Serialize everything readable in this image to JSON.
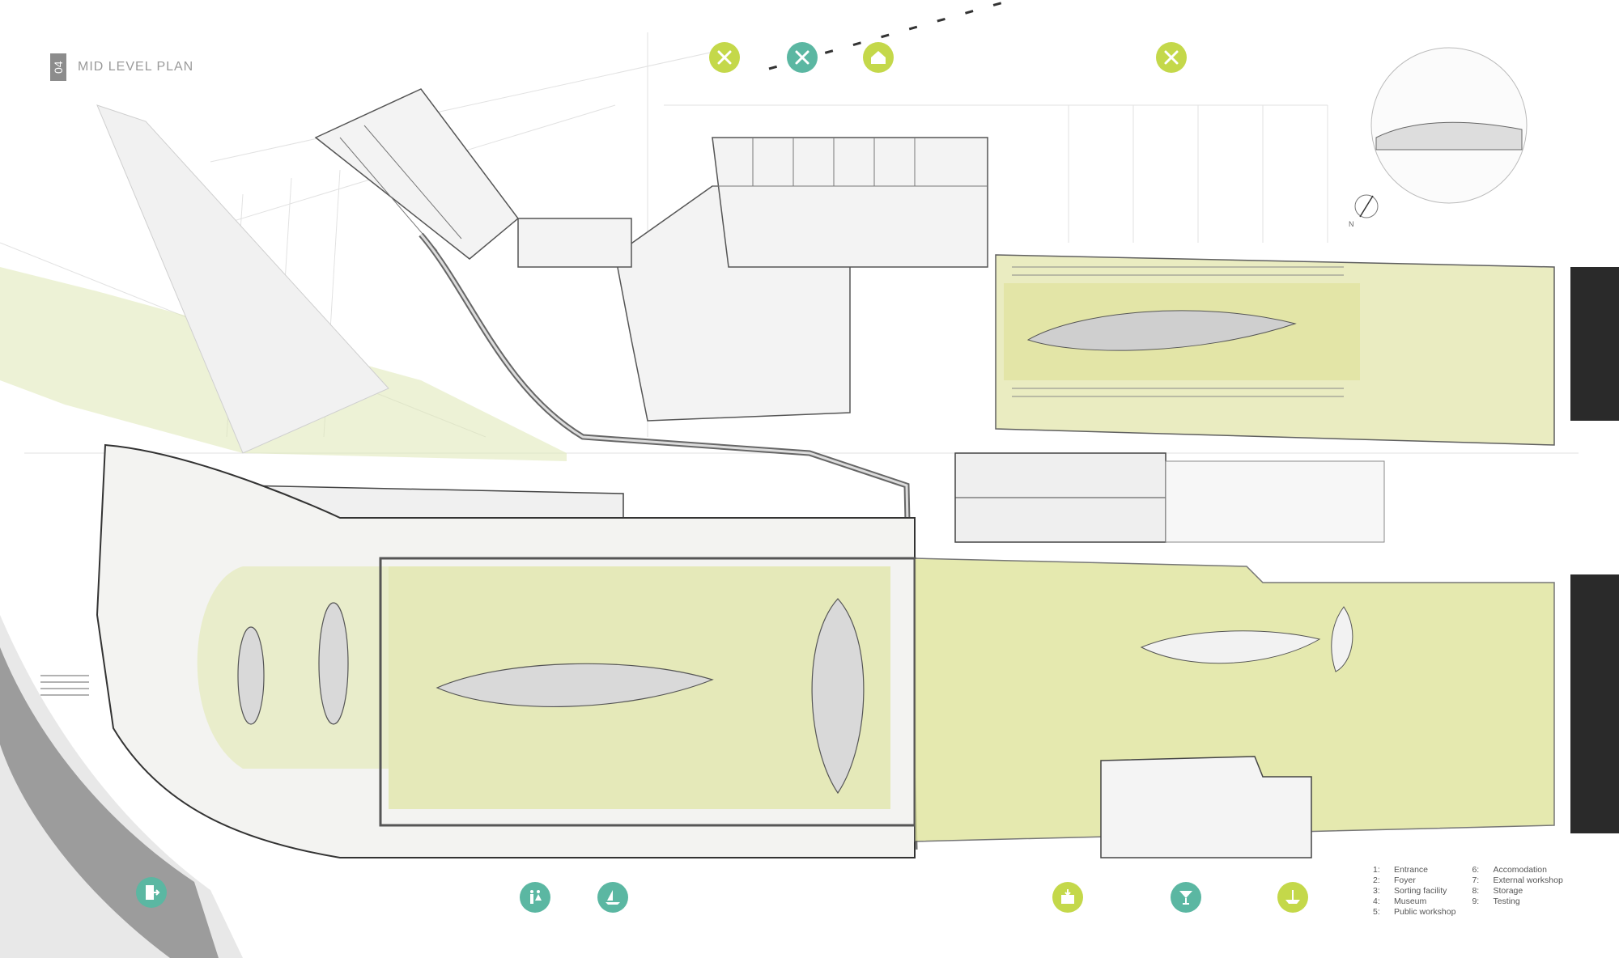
{
  "header": {
    "sheet_number": "04",
    "title": "MID LEVEL PLAN"
  },
  "north_label": "N",
  "colors": {
    "teal": "#5bb7a2",
    "lime": "#c4d84a",
    "yellow_green": "#d8df9a",
    "dark_band": "#2a2a2a",
    "river_gray": "#9c9c9c"
  },
  "top_icons": [
    {
      "name": "tools-icon",
      "color": "lime"
    },
    {
      "name": "wrench-hammer-icon",
      "color": "teal"
    },
    {
      "name": "house-icon",
      "color": "lime"
    },
    {
      "name": "tools-icon",
      "color": "lime"
    }
  ],
  "bottom_icons": [
    {
      "name": "exit-door-icon",
      "color": "teal"
    },
    {
      "name": "restroom-icon",
      "color": "teal"
    },
    {
      "name": "sailboat-icon",
      "color": "teal"
    },
    {
      "name": "box-icon",
      "color": "lime"
    },
    {
      "name": "cocktail-icon",
      "color": "teal"
    },
    {
      "name": "ship-testing-icon",
      "color": "lime"
    }
  ],
  "legend": {
    "col1": [
      {
        "num": "1:",
        "label": "Entrance"
      },
      {
        "num": "2:",
        "label": "Foyer"
      },
      {
        "num": "3:",
        "label": "Sorting facility"
      },
      {
        "num": "4:",
        "label": "Museum"
      },
      {
        "num": "5:",
        "label": "Public workshop"
      }
    ],
    "col2": [
      {
        "num": "6:",
        "label": "Accomodation"
      },
      {
        "num": "7:",
        "label": "External workshop"
      },
      {
        "num": "8:",
        "label": "Storage"
      },
      {
        "num": "9:",
        "label": "Testing"
      }
    ]
  }
}
